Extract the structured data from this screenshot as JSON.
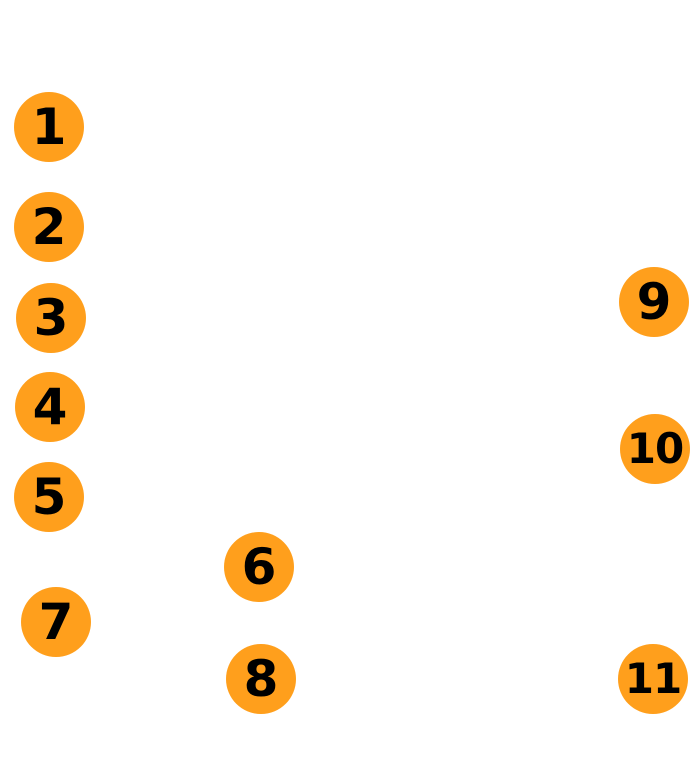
{
  "colors": {
    "marker_fill": "#FF9F1C",
    "marker_text": "#000000",
    "background": "#ffffff"
  },
  "markers": [
    {
      "label": "1"
    },
    {
      "label": "2"
    },
    {
      "label": "3"
    },
    {
      "label": "4"
    },
    {
      "label": "5"
    },
    {
      "label": "6"
    },
    {
      "label": "7"
    },
    {
      "label": "8"
    },
    {
      "label": "9"
    },
    {
      "label": "10"
    },
    {
      "label": "11"
    }
  ]
}
